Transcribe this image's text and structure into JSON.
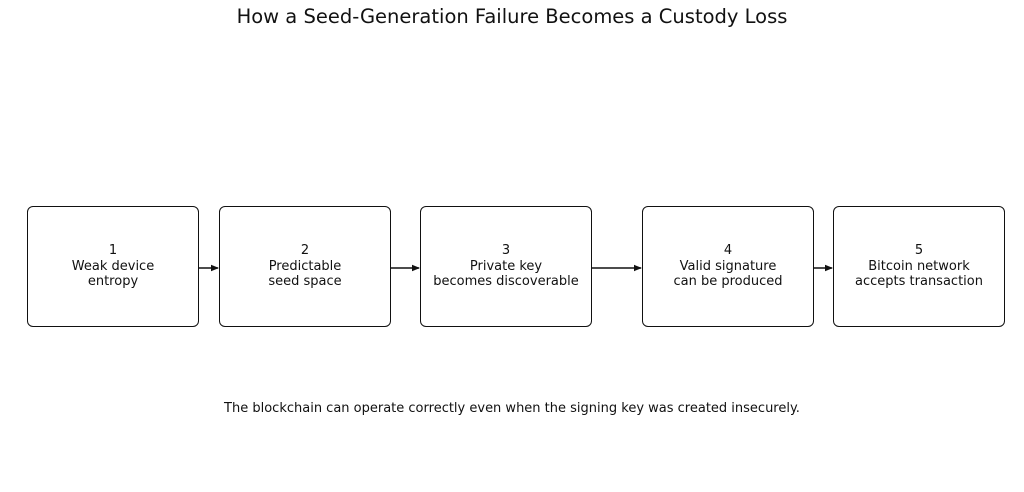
{
  "title": "How a Seed-Generation Failure Becomes a Custody Loss",
  "steps": [
    {
      "number": "1",
      "line1": "Weak device",
      "line2": "entropy"
    },
    {
      "number": "2",
      "line1": "Predictable",
      "line2": "seed space"
    },
    {
      "number": "3",
      "line1": "Private key",
      "line2": "becomes discoverable"
    },
    {
      "number": "4",
      "line1": "Valid signature",
      "line2": "can be produced"
    },
    {
      "number": "5",
      "line1": "Bitcoin network",
      "line2": "accepts transaction"
    }
  ],
  "caption": "The blockchain can operate correctly even when the signing key was created insecurely."
}
